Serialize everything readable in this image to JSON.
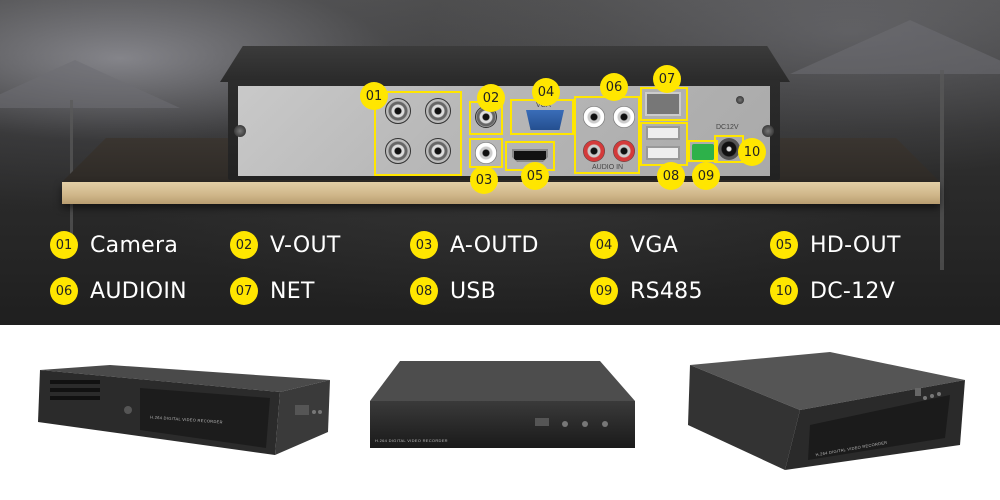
{
  "top_image": {
    "device_plate": {
      "vga_text": "VGA",
      "audio_text": "AUDIO IN",
      "dc_text": "DC12V"
    },
    "callouts": [
      {
        "num": "01"
      },
      {
        "num": "02"
      },
      {
        "num": "03"
      },
      {
        "num": "04"
      },
      {
        "num": "05"
      },
      {
        "num": "06"
      },
      {
        "num": "07"
      },
      {
        "num": "08"
      },
      {
        "num": "09"
      },
      {
        "num": "10"
      }
    ]
  },
  "legend": [
    {
      "num": "01",
      "label": "Camera"
    },
    {
      "num": "02",
      "label": "V-OUT"
    },
    {
      "num": "03",
      "label": "A-OUTD"
    },
    {
      "num": "04",
      "label": "VGA"
    },
    {
      "num": "05",
      "label": "HD-OUT"
    },
    {
      "num": "06",
      "label": "AUDIOIN"
    },
    {
      "num": "07",
      "label": "NET"
    },
    {
      "num": "08",
      "label": "USB"
    },
    {
      "num": "09",
      "label": "RS485"
    },
    {
      "num": "10",
      "label": "DC-12V"
    }
  ],
  "product_photos": [
    {
      "face_text": "H.264 DIGITAL VIDEO RECORDER"
    },
    {
      "face_text": "H.264 DIGITAL VIDEO RECORDER"
    },
    {
      "face_text": "H.264 DIGITAL VIDEO RECORDER"
    }
  ],
  "colors": {
    "highlight": "#ffe600",
    "legend_text": "#ffffff",
    "background_dark": "#2a2a2a",
    "desk_wood": "#d8c197"
  }
}
